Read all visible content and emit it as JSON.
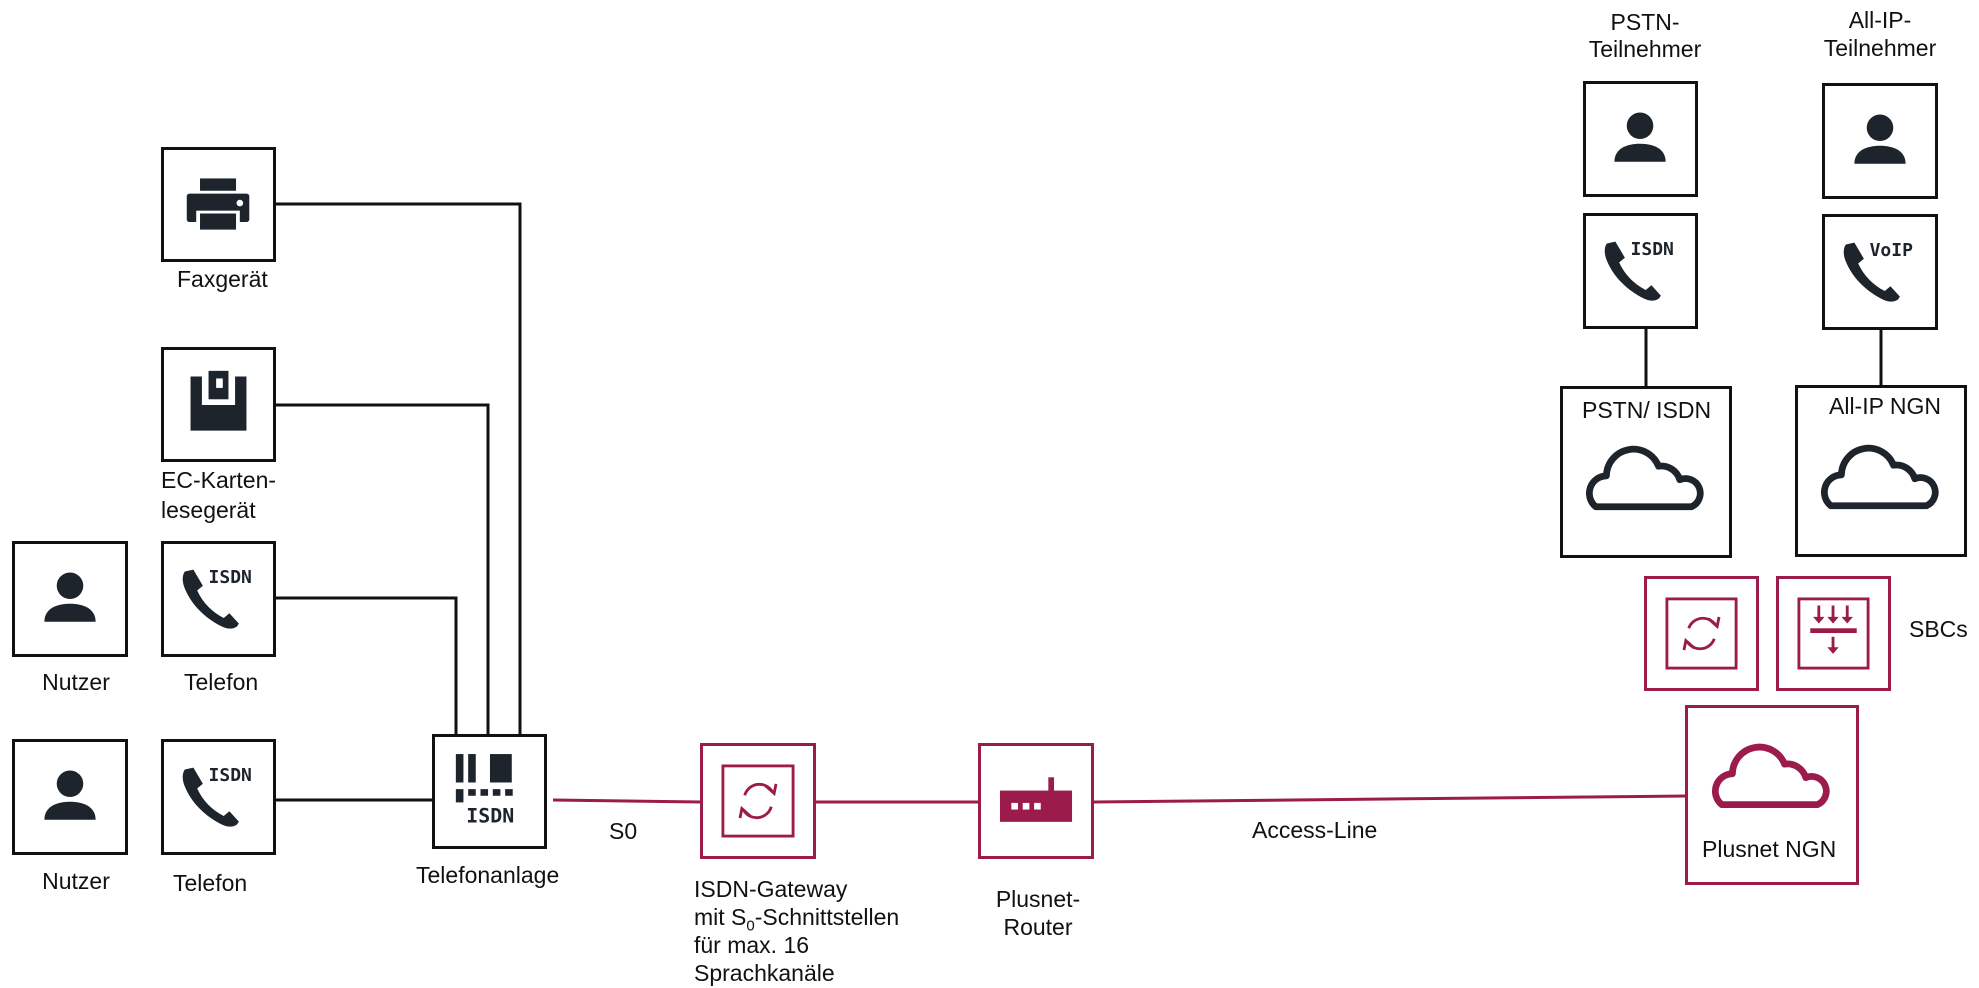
{
  "colors": {
    "line": "#111111",
    "accent": "#9b1b4b",
    "icon": "#1d242c"
  },
  "devices": {
    "fax": {
      "label": "Faxgerät",
      "icon": "printer-icon"
    },
    "card_reader": {
      "label_line1": "EC-Karten-",
      "label_line2": "lesegerät",
      "icon": "card-reader-icon"
    },
    "user_1": {
      "label": "Nutzer",
      "icon": "person-icon"
    },
    "phone_1": {
      "label": "Telefon",
      "icon": "isdn-phone-icon",
      "icon_text": "ISDN"
    },
    "user_2": {
      "label": "Nutzer",
      "icon": "person-icon"
    },
    "phone_2": {
      "label": "Telefon",
      "icon": "isdn-phone-icon",
      "icon_text": "ISDN"
    },
    "pbx": {
      "label": "Telefonanlage",
      "icon": "isdn-pbx-icon",
      "icon_text": "ISDN"
    }
  },
  "connections": {
    "s0_label": "S0",
    "access_label": "Access-Line"
  },
  "gateway": {
    "line1": "ISDN-Gateway",
    "line2_prefix": "mit S",
    "line2_sub": "0",
    "line2_suffix": "-Schnittstellen",
    "line3": "für max. 16",
    "line4": "Sprachkanäle",
    "icon": "sync-arrows-icon"
  },
  "router": {
    "line1": "Plusnet-",
    "line2": "Router",
    "icon": "router-icon"
  },
  "plusnet_ngn": {
    "label": "Plusnet NGN",
    "icon": "cloud-icon"
  },
  "sbcs": {
    "label": "SBCs",
    "icons": [
      "sync-arrows-icon",
      "filter-arrows-icon"
    ]
  },
  "pstn": {
    "subscriber_line1": "PSTN-",
    "subscriber_line2": "Teilnehmer",
    "phone_icon_text": "ISDN",
    "network_label": "PSTN/ ISDN"
  },
  "allip": {
    "subscriber_line1": "All-IP-",
    "subscriber_line2": "Teilnehmer",
    "phone_icon_text": "VoIP",
    "network_label": "All-IP NGN"
  }
}
